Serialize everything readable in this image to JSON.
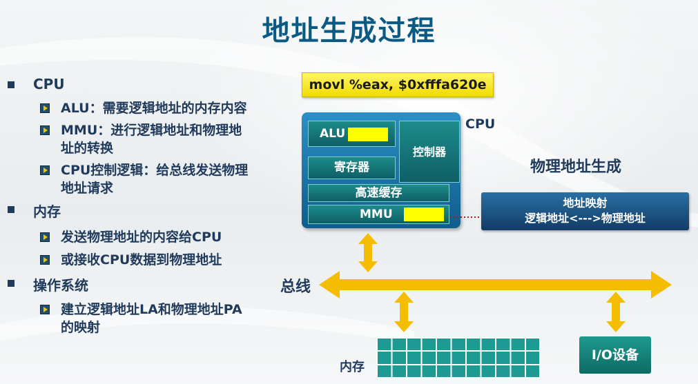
{
  "title": "地址生成过程",
  "bullets": [
    {
      "label": "CPU",
      "items": [
        {
          "lines": [
            "ALU：需要逻辑地址的内存内容"
          ]
        },
        {
          "lines": [
            "MMU：进行逻辑地址和物理地",
            "址的转换"
          ]
        },
        {
          "lines": [
            "CPU控制逻辑：给总线发送物理",
            "地址请求"
          ]
        }
      ]
    },
    {
      "label": "内存",
      "items": [
        {
          "lines": [
            "发送物理地址的内容给CPU"
          ]
        },
        {
          "lines": [
            "或接收CPU数据到物理地址"
          ]
        }
      ]
    },
    {
      "label": "操作系统",
      "items": [
        {
          "lines": [
            "建立逻辑地址LA和物理地址PA",
            "的映射"
          ]
        }
      ]
    }
  ],
  "instruction": "movl %eax, $0xfffa620e",
  "cpu": {
    "label": "CPU",
    "alu": "ALU",
    "controller": "控制器",
    "registers": "寄存器",
    "cache": "高速缓存",
    "mmu": "MMU"
  },
  "physical_title": "物理地址生成",
  "mapping": {
    "line1": "地址映射",
    "line2": "逻辑地址<--->物理地址"
  },
  "bus_label": "总线",
  "memory_label": "内存",
  "io_label": "I/O设备",
  "colors": {
    "title": "#0b5a84",
    "text": "#1f3a5a",
    "arrow": "#f5bd00",
    "highlight": "#ffff00"
  }
}
